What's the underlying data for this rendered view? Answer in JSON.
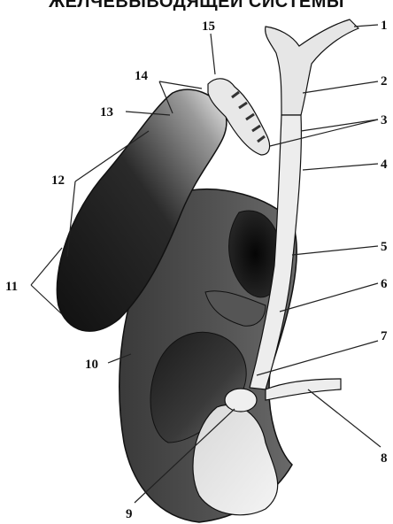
{
  "title": "ЖЕЛЧЕВЫВОДЯЩЕЙ СИСТЕМЫ",
  "labels": {
    "l1": "1",
    "l2": "2",
    "l3": "3",
    "l4": "4",
    "l5": "5",
    "l6": "6",
    "l7": "7",
    "l8": "8",
    "l9": "9",
    "l10": "10",
    "l11": "11",
    "l12": "12",
    "l13": "13",
    "l14": "14",
    "l15": "15"
  }
}
